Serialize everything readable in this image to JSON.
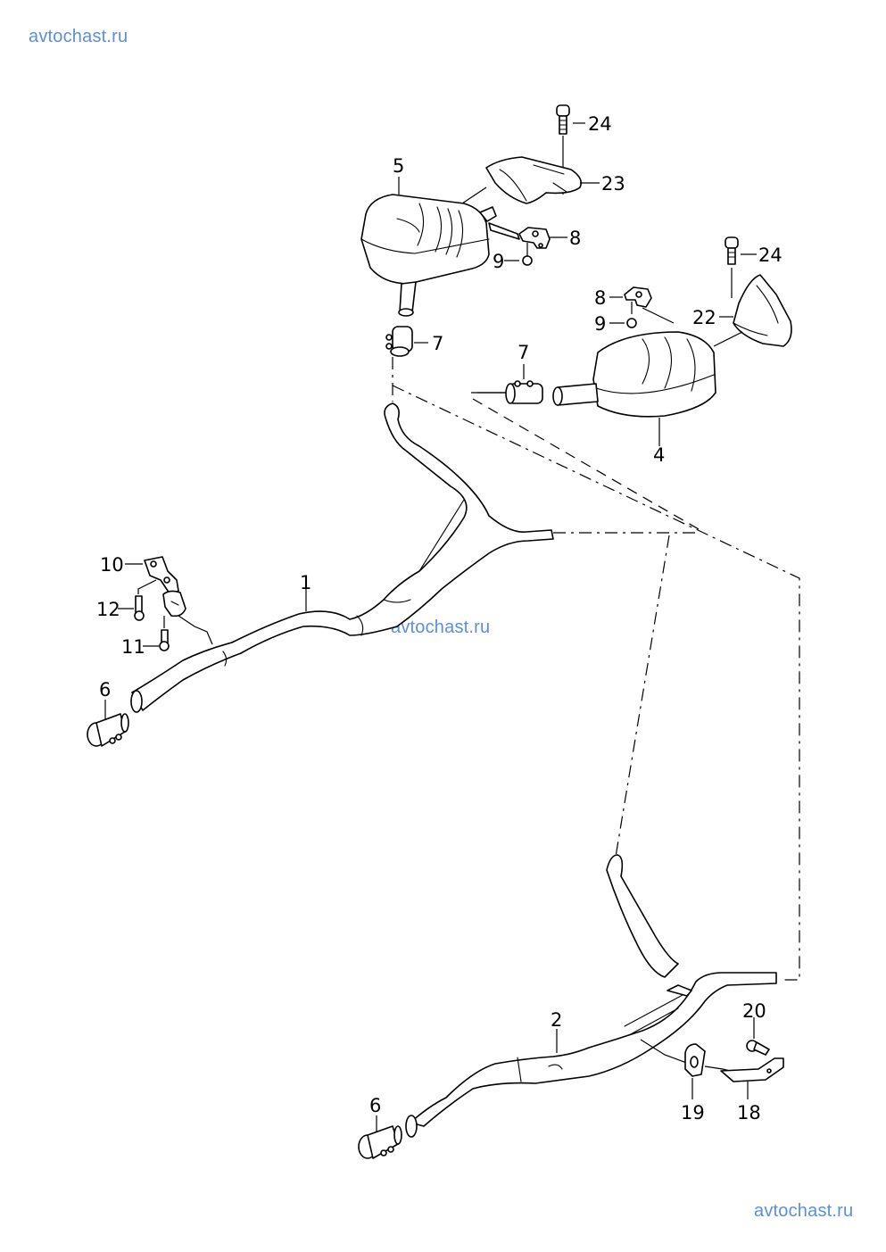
{
  "watermarks": {
    "top_left": "avtochast.ru",
    "center": "avtochast.ru",
    "bottom_right": "avtochast.ru"
  },
  "diagram": {
    "title": "Exhaust system parts diagram",
    "parts": [
      {
        "id": "1",
        "name": "front exhaust pipe (upper assembly)"
      },
      {
        "id": "2",
        "name": "front exhaust pipe (lower assembly)"
      },
      {
        "id": "4",
        "name": "rear silencer right"
      },
      {
        "id": "5",
        "name": "rear silencer left"
      },
      {
        "id": "6",
        "name": "clamp (pipe connector)"
      },
      {
        "id": "7",
        "name": "clamp (silencer connector)"
      },
      {
        "id": "8",
        "name": "mounting bracket"
      },
      {
        "id": "9",
        "name": "nut"
      },
      {
        "id": "10",
        "name": "hanger bracket"
      },
      {
        "id": "11",
        "name": "bolt"
      },
      {
        "id": "12",
        "name": "bolt"
      },
      {
        "id": "18",
        "name": "retaining bracket"
      },
      {
        "id": "19",
        "name": "rubber hanger"
      },
      {
        "id": "20",
        "name": "bolt"
      },
      {
        "id": "22",
        "name": "tailpipe trim right"
      },
      {
        "id": "23",
        "name": "tailpipe trim left"
      },
      {
        "id": "24",
        "name": "bolt"
      }
    ],
    "labels": {
      "l24a": "24",
      "l23": "23",
      "l5": "5",
      "l8a": "8",
      "l9a": "9",
      "l7a": "7",
      "l24b": "24",
      "l8b": "8",
      "l9b": "9",
      "l22": "22",
      "l7b": "7",
      "l4": "4",
      "l10": "10",
      "l12": "12",
      "l11": "11",
      "l1": "1",
      "l6a": "6",
      "l2": "2",
      "l20": "20",
      "l19": "19",
      "l18": "18",
      "l6b": "6"
    }
  }
}
